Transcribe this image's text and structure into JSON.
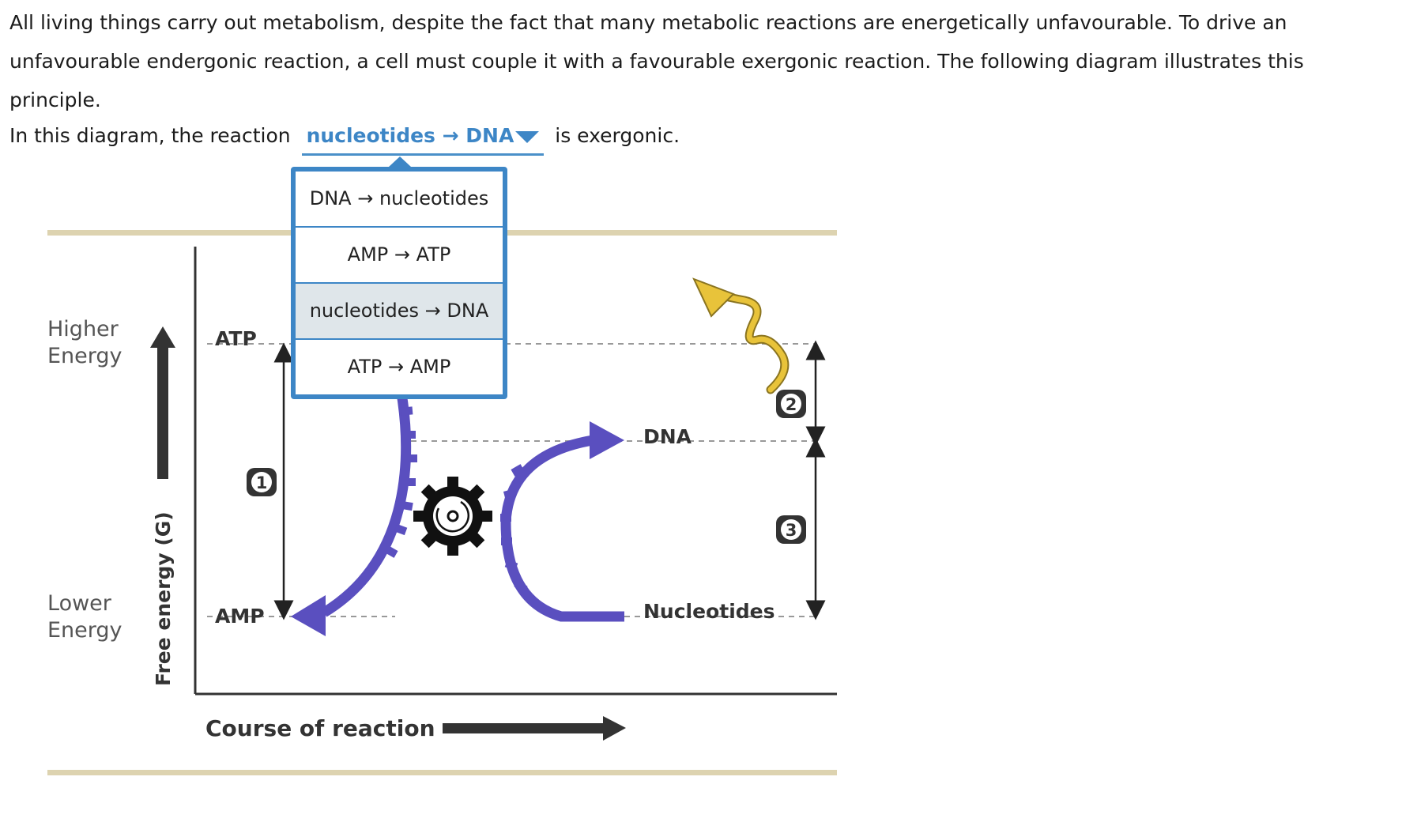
{
  "intro_text": "All living things carry out metabolism, despite the fact that many metabolic reactions are energetically unfavourable. To drive an unfavourable endergonic reaction, a cell must couple it with a favourable exergonic reaction. The following diagram illustrates this principle.",
  "question": {
    "prefix": "In this diagram, the reaction",
    "selected": "nucleotides → DNA",
    "suffix": "is exergonic."
  },
  "dropdown": {
    "options": [
      "DNA → nucleotides",
      "AMP → ATP",
      "nucleotides → DNA",
      "ATP → AMP"
    ],
    "hovered_index": 2
  },
  "diagram": {
    "higher_label_1": "Higher",
    "higher_label_2": "Energy",
    "lower_label_1": "Lower",
    "lower_label_2": "Energy",
    "y_axis_label": "Free energy (G)",
    "x_axis_label": "Course of reaction",
    "level_atp": "ATP",
    "level_amp": "AMP",
    "level_dna": "DNA",
    "level_nucleotides": "Nucleotides",
    "marker_1": "1",
    "marker_2": "2",
    "marker_3": "3"
  },
  "colors": {
    "accent": "#3d86c6",
    "arrow_purple": "#5a4fbf",
    "wave_yellow": "#e8c33a",
    "band_beige": "#ddd3b0",
    "hover_bg": "#dfe6ea"
  }
}
